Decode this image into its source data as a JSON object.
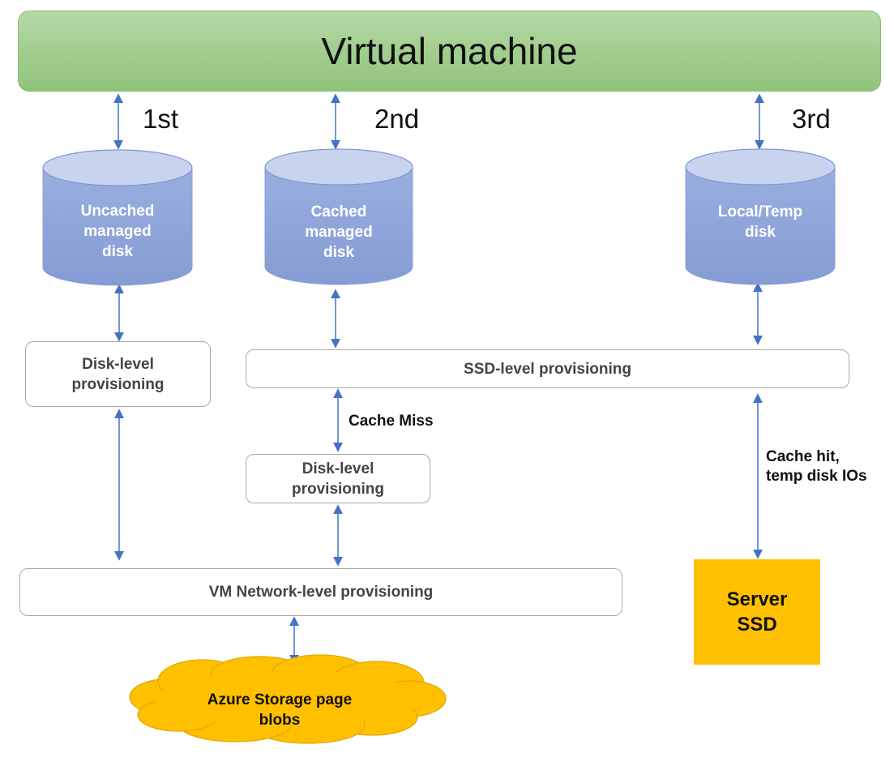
{
  "vm": {
    "title": "Virtual machine"
  },
  "order_labels": [
    "1st",
    "2nd",
    "3rd"
  ],
  "disks": {
    "uncached": [
      "Uncached",
      "managed",
      "disk"
    ],
    "cached": [
      "Cached",
      "managed",
      "disk"
    ],
    "local_temp": [
      "Local/Temp",
      "disk"
    ]
  },
  "provisioning": {
    "disk_level_left": [
      "Disk-level",
      "provisioning"
    ],
    "ssd_level": "SSD-level provisioning",
    "disk_level_mid": [
      "Disk-level",
      "provisioning"
    ],
    "vm_network_level": "VM Network-level provisioning"
  },
  "notes": {
    "cache_miss": "Cache Miss",
    "cache_hit": [
      "Cache hit,",
      "temp disk IOs"
    ]
  },
  "server_ssd": [
    "Server",
    "SSD"
  ],
  "storage": [
    "Azure Storage page",
    "blobs"
  ],
  "colors": {
    "vm_fill": "#a9d18e",
    "disk_top": "#c8d3ee",
    "disk_body": "#8fa6da",
    "arrow": "#4472c4",
    "ssd_fill": "#ffc000",
    "cloud_fill": "#ffc000"
  }
}
